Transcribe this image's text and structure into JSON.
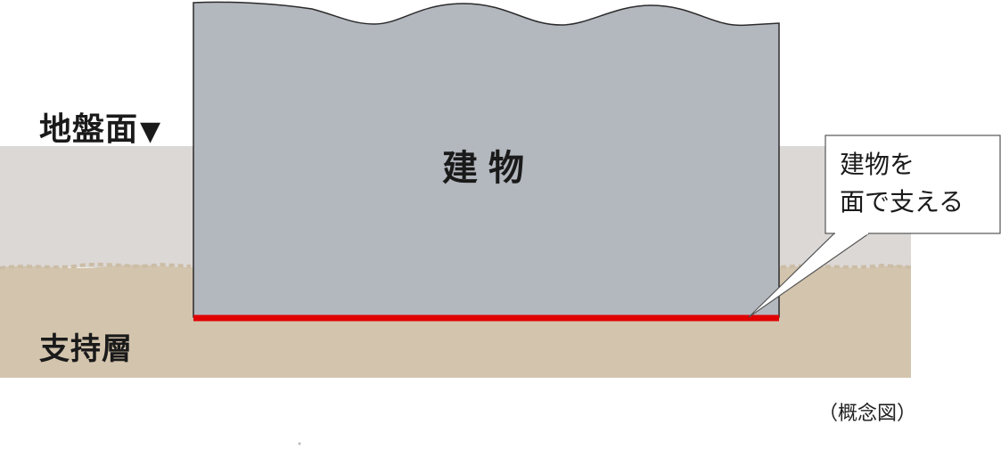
{
  "labels": {
    "ground_surface": "地盤面",
    "ground_marker": "▼",
    "building": "建物",
    "support_layer": "支持層",
    "callout_line1": "建物を",
    "callout_line2": "面で支える",
    "note": "（概念図）"
  },
  "colors": {
    "background": "#ffffff",
    "upper_soil": "#dcd8d6",
    "support_layer": "#d3c4ad",
    "building_fill": "#b3b7be",
    "building_stroke": "#2b2b2b",
    "foundation_line": "#e00000",
    "callout_border": "#555555"
  }
}
